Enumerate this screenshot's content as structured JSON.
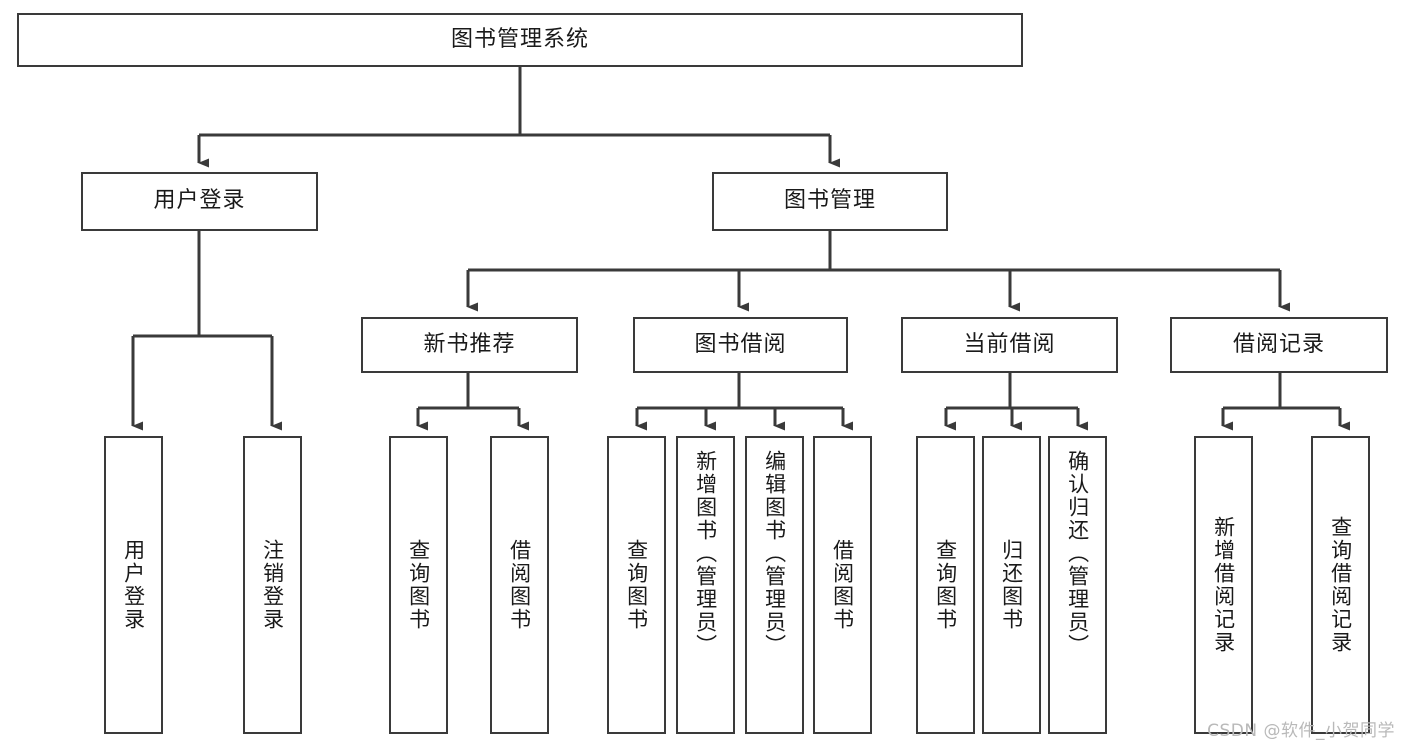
{
  "diagram": {
    "title": "图书管理系统",
    "type": "hierarchy-tree",
    "watermark": "CSDN @软件_小贺同学",
    "colors": {
      "stroke": "#3a3a3a",
      "fill": "#ffffff",
      "text": "#1a1a1a",
      "watermark": "#b9b9b9"
    },
    "levels": {
      "root": {
        "label": "图书管理系统"
      },
      "level1": [
        {
          "label": "用户登录"
        },
        {
          "label": "图书管理"
        }
      ],
      "level2": [
        {
          "label": "新书推荐"
        },
        {
          "label": "图书借阅"
        },
        {
          "label": "当前借阅"
        },
        {
          "label": "借阅记录"
        }
      ],
      "leaves": {
        "user_login": [
          {
            "label": "用户登录"
          },
          {
            "label": "注销登录"
          }
        ],
        "new_book_recommend": [
          {
            "label": "查询图书"
          },
          {
            "label": "借阅图书"
          }
        ],
        "book_borrow": [
          {
            "label": "查询图书"
          },
          {
            "label": "新增图书（管理员）"
          },
          {
            "label": "编辑图书（管理员）"
          },
          {
            "label": "借阅图书"
          }
        ],
        "current_borrow": [
          {
            "label": "查询图书"
          },
          {
            "label": "归还图书"
          },
          {
            "label": "确认归还（管理员）"
          }
        ],
        "borrow_record": [
          {
            "label": "新增借阅记录"
          },
          {
            "label": "查询借阅记录"
          }
        ]
      }
    }
  }
}
